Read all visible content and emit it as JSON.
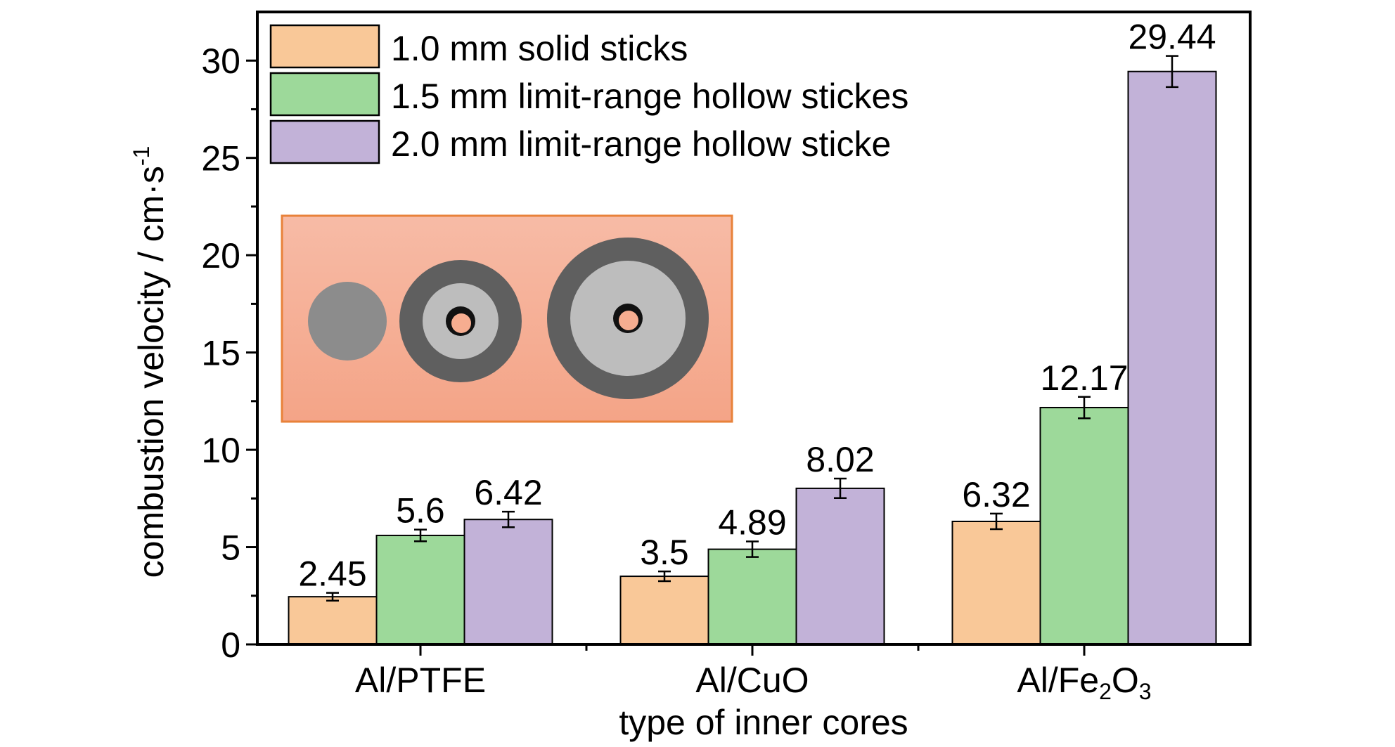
{
  "chart_data": {
    "type": "bar",
    "categories": [
      {
        "main": "Al/PTFE",
        "parts": [
          {
            "t": "Al/PTFE"
          }
        ]
      },
      {
        "main": "Al/CuO",
        "parts": [
          {
            "t": "Al/CuO"
          }
        ]
      },
      {
        "main": "Al/Fe2O3",
        "parts": [
          {
            "t": "Al/Fe"
          },
          {
            "t": "2",
            "sub": true
          },
          {
            "t": "O"
          },
          {
            "t": "3",
            "sub": true
          }
        ]
      }
    ],
    "series": [
      {
        "name": "1.0 mm solid sticks",
        "color": "#f9c898",
        "values": [
          2.45,
          3.5,
          6.32
        ],
        "labels": [
          "2.45",
          "3.5",
          "6.32"
        ],
        "errors": [
          0.2,
          0.25,
          0.4
        ]
      },
      {
        "name": "1.5 mm limit-range hollow stickes",
        "color": "#9dd99a",
        "values": [
          5.6,
          4.89,
          12.17
        ],
        "labels": [
          "5.6",
          "4.89",
          "12.17"
        ],
        "errors": [
          0.3,
          0.4,
          0.55
        ]
      },
      {
        "name": "2.0 mm limit-range hollow sticke",
        "color": "#c2b2d8",
        "values": [
          6.42,
          8.02,
          29.44
        ],
        "labels": [
          "6.42",
          "8.02",
          "29.44"
        ],
        "errors": [
          0.4,
          0.5,
          0.8
        ]
      }
    ],
    "xlabel": "type of inner cores",
    "ylabel": {
      "main": "combustion velocity / cm·s",
      "sup": "-1"
    },
    "ylim": [
      0,
      32.5
    ],
    "yticks": [
      0,
      5,
      10,
      15,
      20,
      25,
      30
    ],
    "grid": false,
    "legend_position": "top-left",
    "inset": {
      "description_icon": "stick-cross-sections-icon",
      "background": "#f6ad90",
      "border": "#e8823a",
      "solid_color": "#8c8c8c",
      "shell_color": "#5f5f5f",
      "core_color": "#bdbdbd"
    }
  }
}
